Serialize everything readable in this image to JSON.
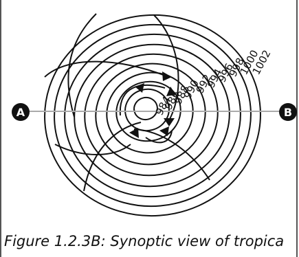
{
  "diagram": {
    "point_a": "A",
    "point_b": "B",
    "isobar_labels": [
      "984",
      "986",
      "988",
      "990",
      "992",
      "994",
      "996",
      "998",
      "1000",
      "1002"
    ]
  },
  "caption": {
    "text": "Figure 1.2.3B: Synoptic view of tropica"
  },
  "colors": {
    "line": "#111111",
    "axis": "#aaaaaa",
    "marker_fill": "#111111",
    "marker_text": "#ffffff"
  }
}
